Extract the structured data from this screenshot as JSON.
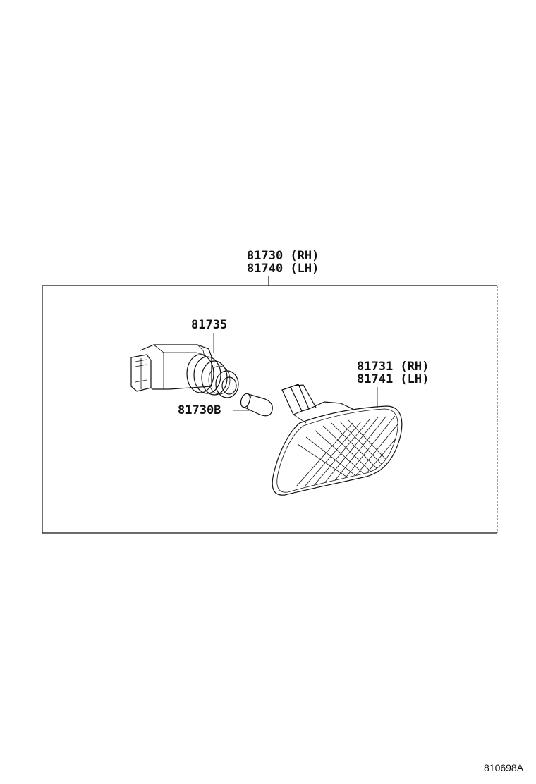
{
  "assembly": {
    "part_rh": "81730 (RH)",
    "part_lh": "81740 (LH)"
  },
  "parts": {
    "socket": "81735",
    "bulb": "81730B",
    "lens_rh": "81731 (RH)",
    "lens_lh": "81741 (LH)"
  },
  "figure_code": "810698A"
}
